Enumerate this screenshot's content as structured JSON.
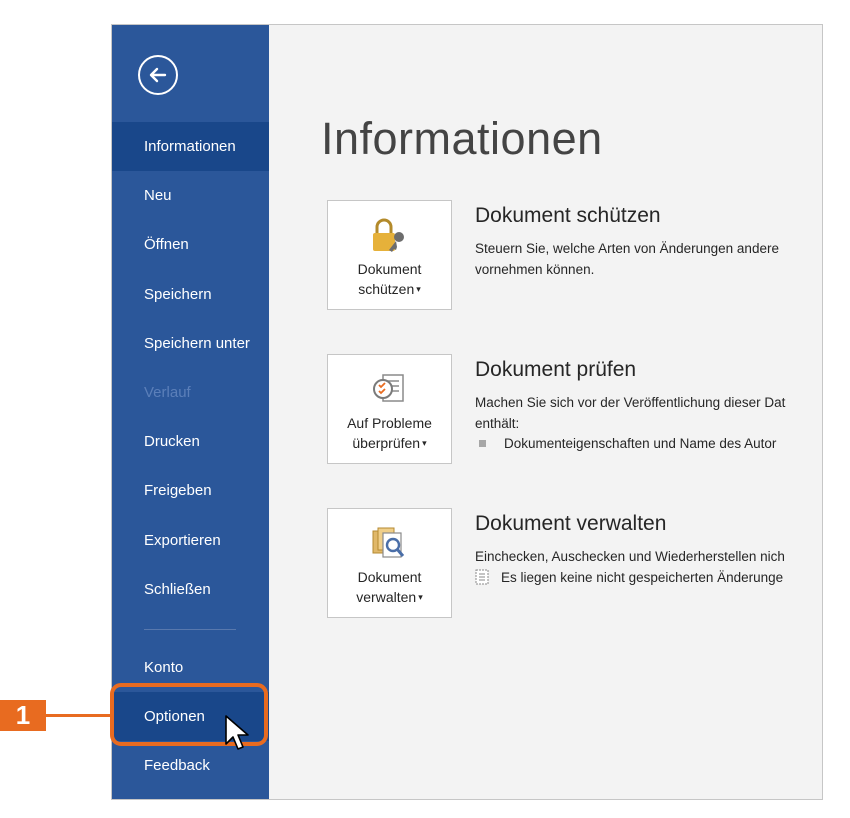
{
  "sidebar": {
    "items": [
      {
        "label": "Informationen"
      },
      {
        "label": "Neu"
      },
      {
        "label": "Öffnen"
      },
      {
        "label": "Speichern"
      },
      {
        "label": "Speichern unter"
      },
      {
        "label": "Verlauf"
      },
      {
        "label": "Drucken"
      },
      {
        "label": "Freigeben"
      },
      {
        "label": "Exportieren"
      },
      {
        "label": "Schließen"
      },
      {
        "label": "Konto"
      },
      {
        "label": "Optionen"
      },
      {
        "label": "Feedback"
      }
    ],
    "active": "Informationen",
    "disabled": "Verlauf"
  },
  "main": {
    "title": "Informationen",
    "sections": [
      {
        "button_line1": "Dokument",
        "button_line2": "schützen",
        "title": "Dokument schützen",
        "desc_line1": "Steuern Sie, welche Arten von Änderungen andere",
        "desc_line2": "vornehmen können.",
        "icon": "lock-key-icon"
      },
      {
        "button_line1": "Auf Probleme",
        "button_line2": "überprüfen",
        "title": "Dokument prüfen",
        "desc_line1": "Machen Sie sich vor der Veröffentlichung dieser Dat",
        "desc_line2": "enthält:",
        "bullet": "Dokumenteigenschaften und Name des Autor",
        "icon": "checklist-icon"
      },
      {
        "button_line1": "Dokument",
        "button_line2": "verwalten",
        "title": "Dokument verwalten",
        "desc_line1": "Einchecken, Auschecken und Wiederherstellen nich",
        "bullet": "Es liegen keine nicht gespeicherten Änderunge",
        "icon": "document-search-icon"
      }
    ]
  },
  "callout": {
    "number": "1"
  },
  "colors": {
    "sidebar": "#2b579a",
    "accent": "#e86b20"
  }
}
